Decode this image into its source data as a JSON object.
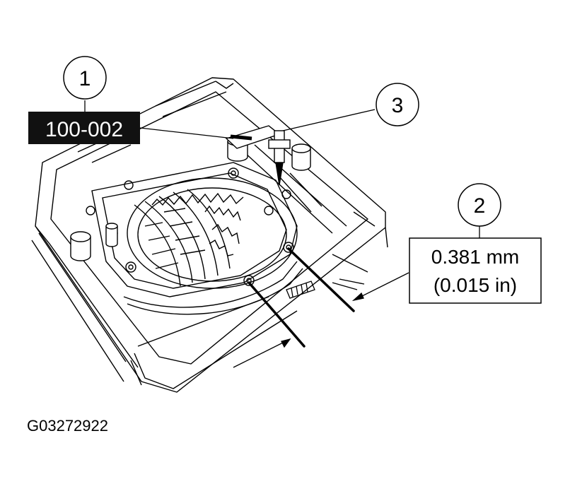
{
  "callouts": [
    {
      "number": "1"
    },
    {
      "number": "2"
    },
    {
      "number": "3"
    }
  ],
  "tool_label": "100-002",
  "measurement": {
    "metric": "0.381 mm",
    "imperial": "(0.015 in)"
  },
  "figure_id": "G03272922",
  "colors": {
    "ink": "#000000",
    "paper": "#ffffff",
    "label_bg": "#111111",
    "label_text": "#ffffff"
  }
}
